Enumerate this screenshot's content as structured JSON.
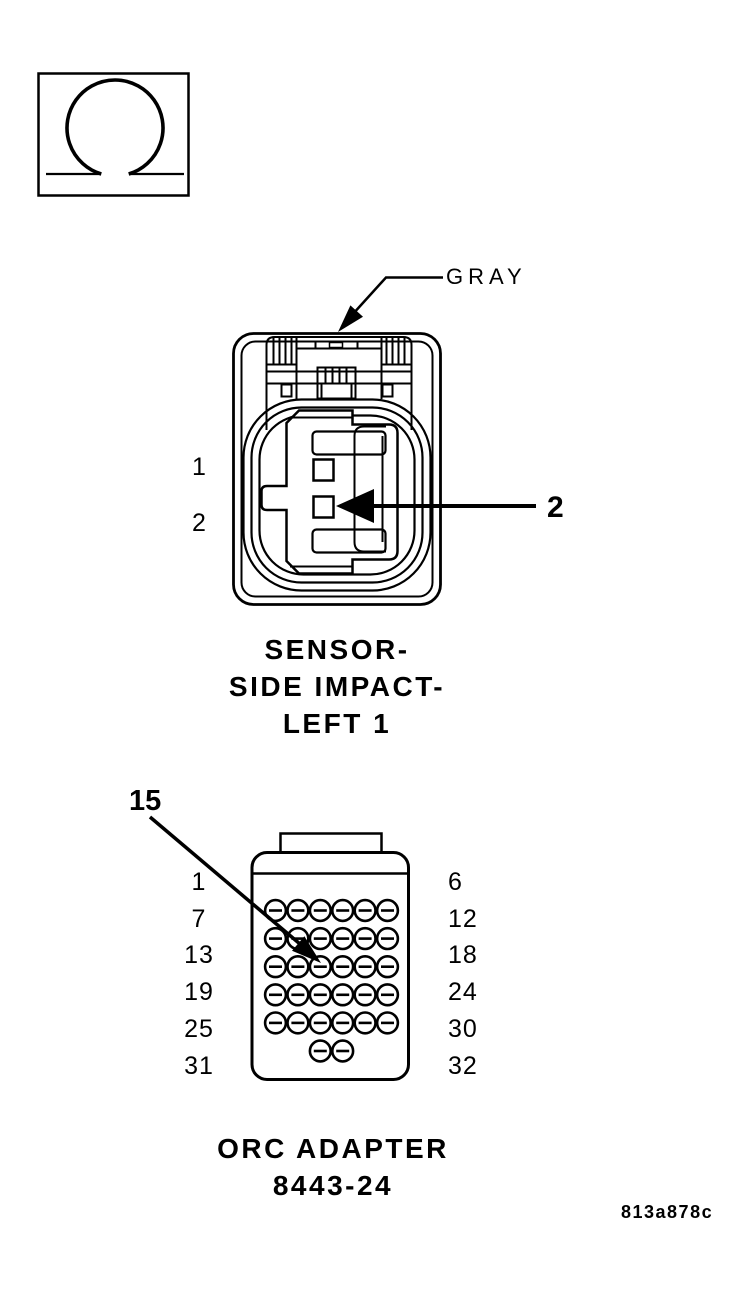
{
  "legend": {
    "symbol_name": "omega-resistance-symbol"
  },
  "connector1": {
    "wire_color_label": "GRAY",
    "pin_labels": [
      "1",
      "2"
    ],
    "callout_pin": "2",
    "title_lines": [
      "SENSOR-",
      "SIDE IMPACT-",
      "LEFT 1"
    ]
  },
  "connector2": {
    "callout_pin": "15",
    "left_pin_labels": [
      "1",
      "7",
      "13",
      "19",
      "25",
      "31"
    ],
    "right_pin_labels": [
      "6",
      "12",
      "18",
      "24",
      "30",
      "32"
    ],
    "pin_rows": [
      6,
      6,
      6,
      6,
      6,
      2
    ],
    "title_lines": [
      "ORC ADAPTER",
      "8443-24"
    ]
  },
  "figure_code": "813a878c",
  "colors": {
    "ink": "#000000",
    "paper": "#ffffff"
  }
}
